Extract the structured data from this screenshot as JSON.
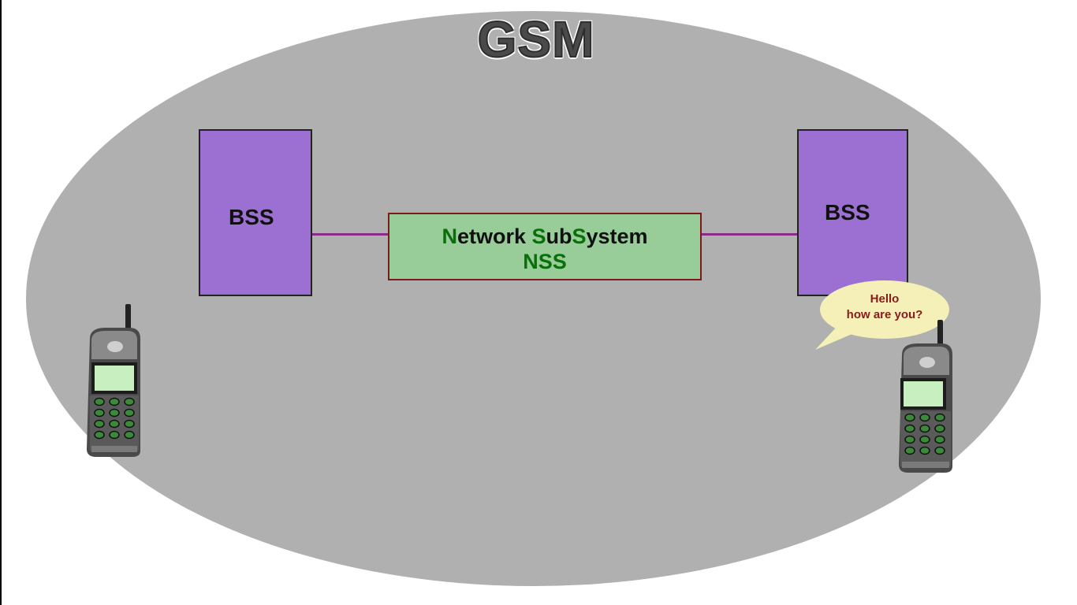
{
  "title": "GSM",
  "bss_left": {
    "label": "BSS"
  },
  "bss_right": {
    "label": "BSS"
  },
  "nss": {
    "line1": {
      "n": "N",
      "etwork": "etwork ",
      "s": "S",
      "ub": "ub",
      "s2": "S",
      "ystem": "ystem"
    },
    "abbr": "NSS"
  },
  "speech": {
    "line1": "Hello",
    "line2": "how are you?"
  },
  "icons": {
    "phone_left": "mobile-phone-icon",
    "phone_right": "mobile-phone-icon",
    "bubble": "speech-bubble-icon"
  },
  "colors": {
    "cell": "#b0b0b0",
    "bss": "#9b70d2",
    "nss": "#98cc98",
    "nss_highlight": "#0a6e0a",
    "link": "#8a2a8a",
    "speech_text": "#8b1a1a"
  }
}
